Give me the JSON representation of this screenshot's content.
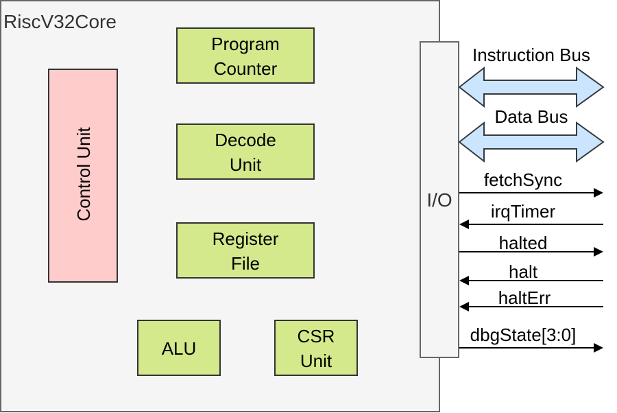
{
  "diagram": {
    "core_title": "RiscV32Core",
    "blocks": {
      "control_unit": "Control Unit",
      "program_counter": [
        "Program",
        "Counter"
      ],
      "decode_unit": [
        "Decode",
        "Unit"
      ],
      "register_file": [
        "Register",
        "File"
      ],
      "alu": "ALU",
      "csr_unit": [
        "CSR",
        "Unit"
      ],
      "io": "I/O"
    },
    "buses": {
      "instruction": "Instruction Bus",
      "data": "Data Bus"
    },
    "signals": [
      {
        "label": "fetchSync",
        "direction": "out"
      },
      {
        "label": "irqTimer",
        "direction": "in"
      },
      {
        "label": "halted",
        "direction": "out"
      },
      {
        "label": "halt",
        "direction": "in"
      },
      {
        "label": "haltErr",
        "direction": "in"
      },
      {
        "label": "dbgState[3:0]",
        "direction": "out"
      }
    ],
    "colors": {
      "core_fill": "#f5f5f5",
      "core_stroke": "#666666",
      "block_green": "#d4e98c",
      "control_pink": "#ffcccc",
      "bus_blue": "#cce5ff"
    }
  }
}
